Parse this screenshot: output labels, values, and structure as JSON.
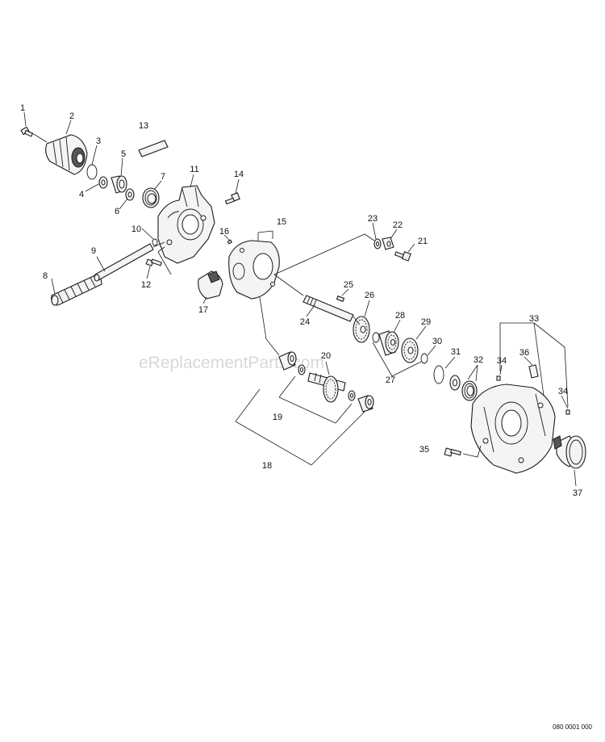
{
  "diagram": {
    "callouts": [
      "1",
      "2",
      "3",
      "4",
      "5",
      "6",
      "7",
      "8",
      "9",
      "10",
      "11",
      "12",
      "13",
      "14",
      "15",
      "16",
      "17",
      "18",
      "19",
      "20",
      "21",
      "22",
      "23",
      "24",
      "25",
      "26",
      "27",
      "28",
      "29",
      "30",
      "31",
      "32",
      "33",
      "34",
      "34",
      "35",
      "36",
      "37"
    ],
    "watermark": "eReplacementParts.com",
    "drawing_code": "080 0001 000"
  }
}
